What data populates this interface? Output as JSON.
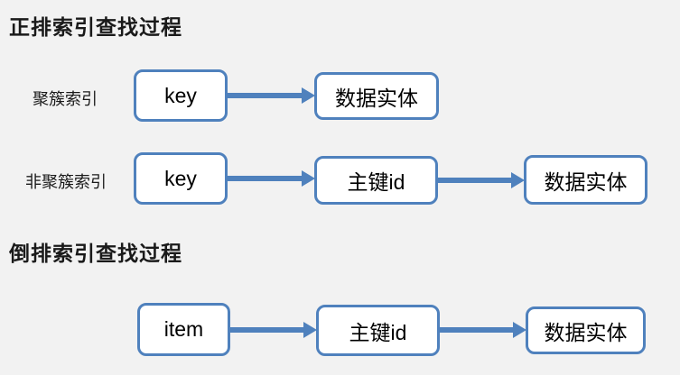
{
  "colors": {
    "accent": "#4f81bd",
    "background": "#f2f2f2",
    "box_fill": "#ffffff",
    "text": "#1a1a1a"
  },
  "diagram": {
    "forward": {
      "title": "正排索引查找过程",
      "clustered": {
        "label": "聚簇索引",
        "node1": "key",
        "node2": "数据实体"
      },
      "nonclustered": {
        "label": "非聚簇索引",
        "node1": "key",
        "node2": "主键id",
        "node3": "数据实体"
      }
    },
    "inverted": {
      "title": "倒排索引查找过程",
      "row": {
        "node1": "item",
        "node2": "主键id",
        "node3": "数据实体"
      }
    }
  }
}
